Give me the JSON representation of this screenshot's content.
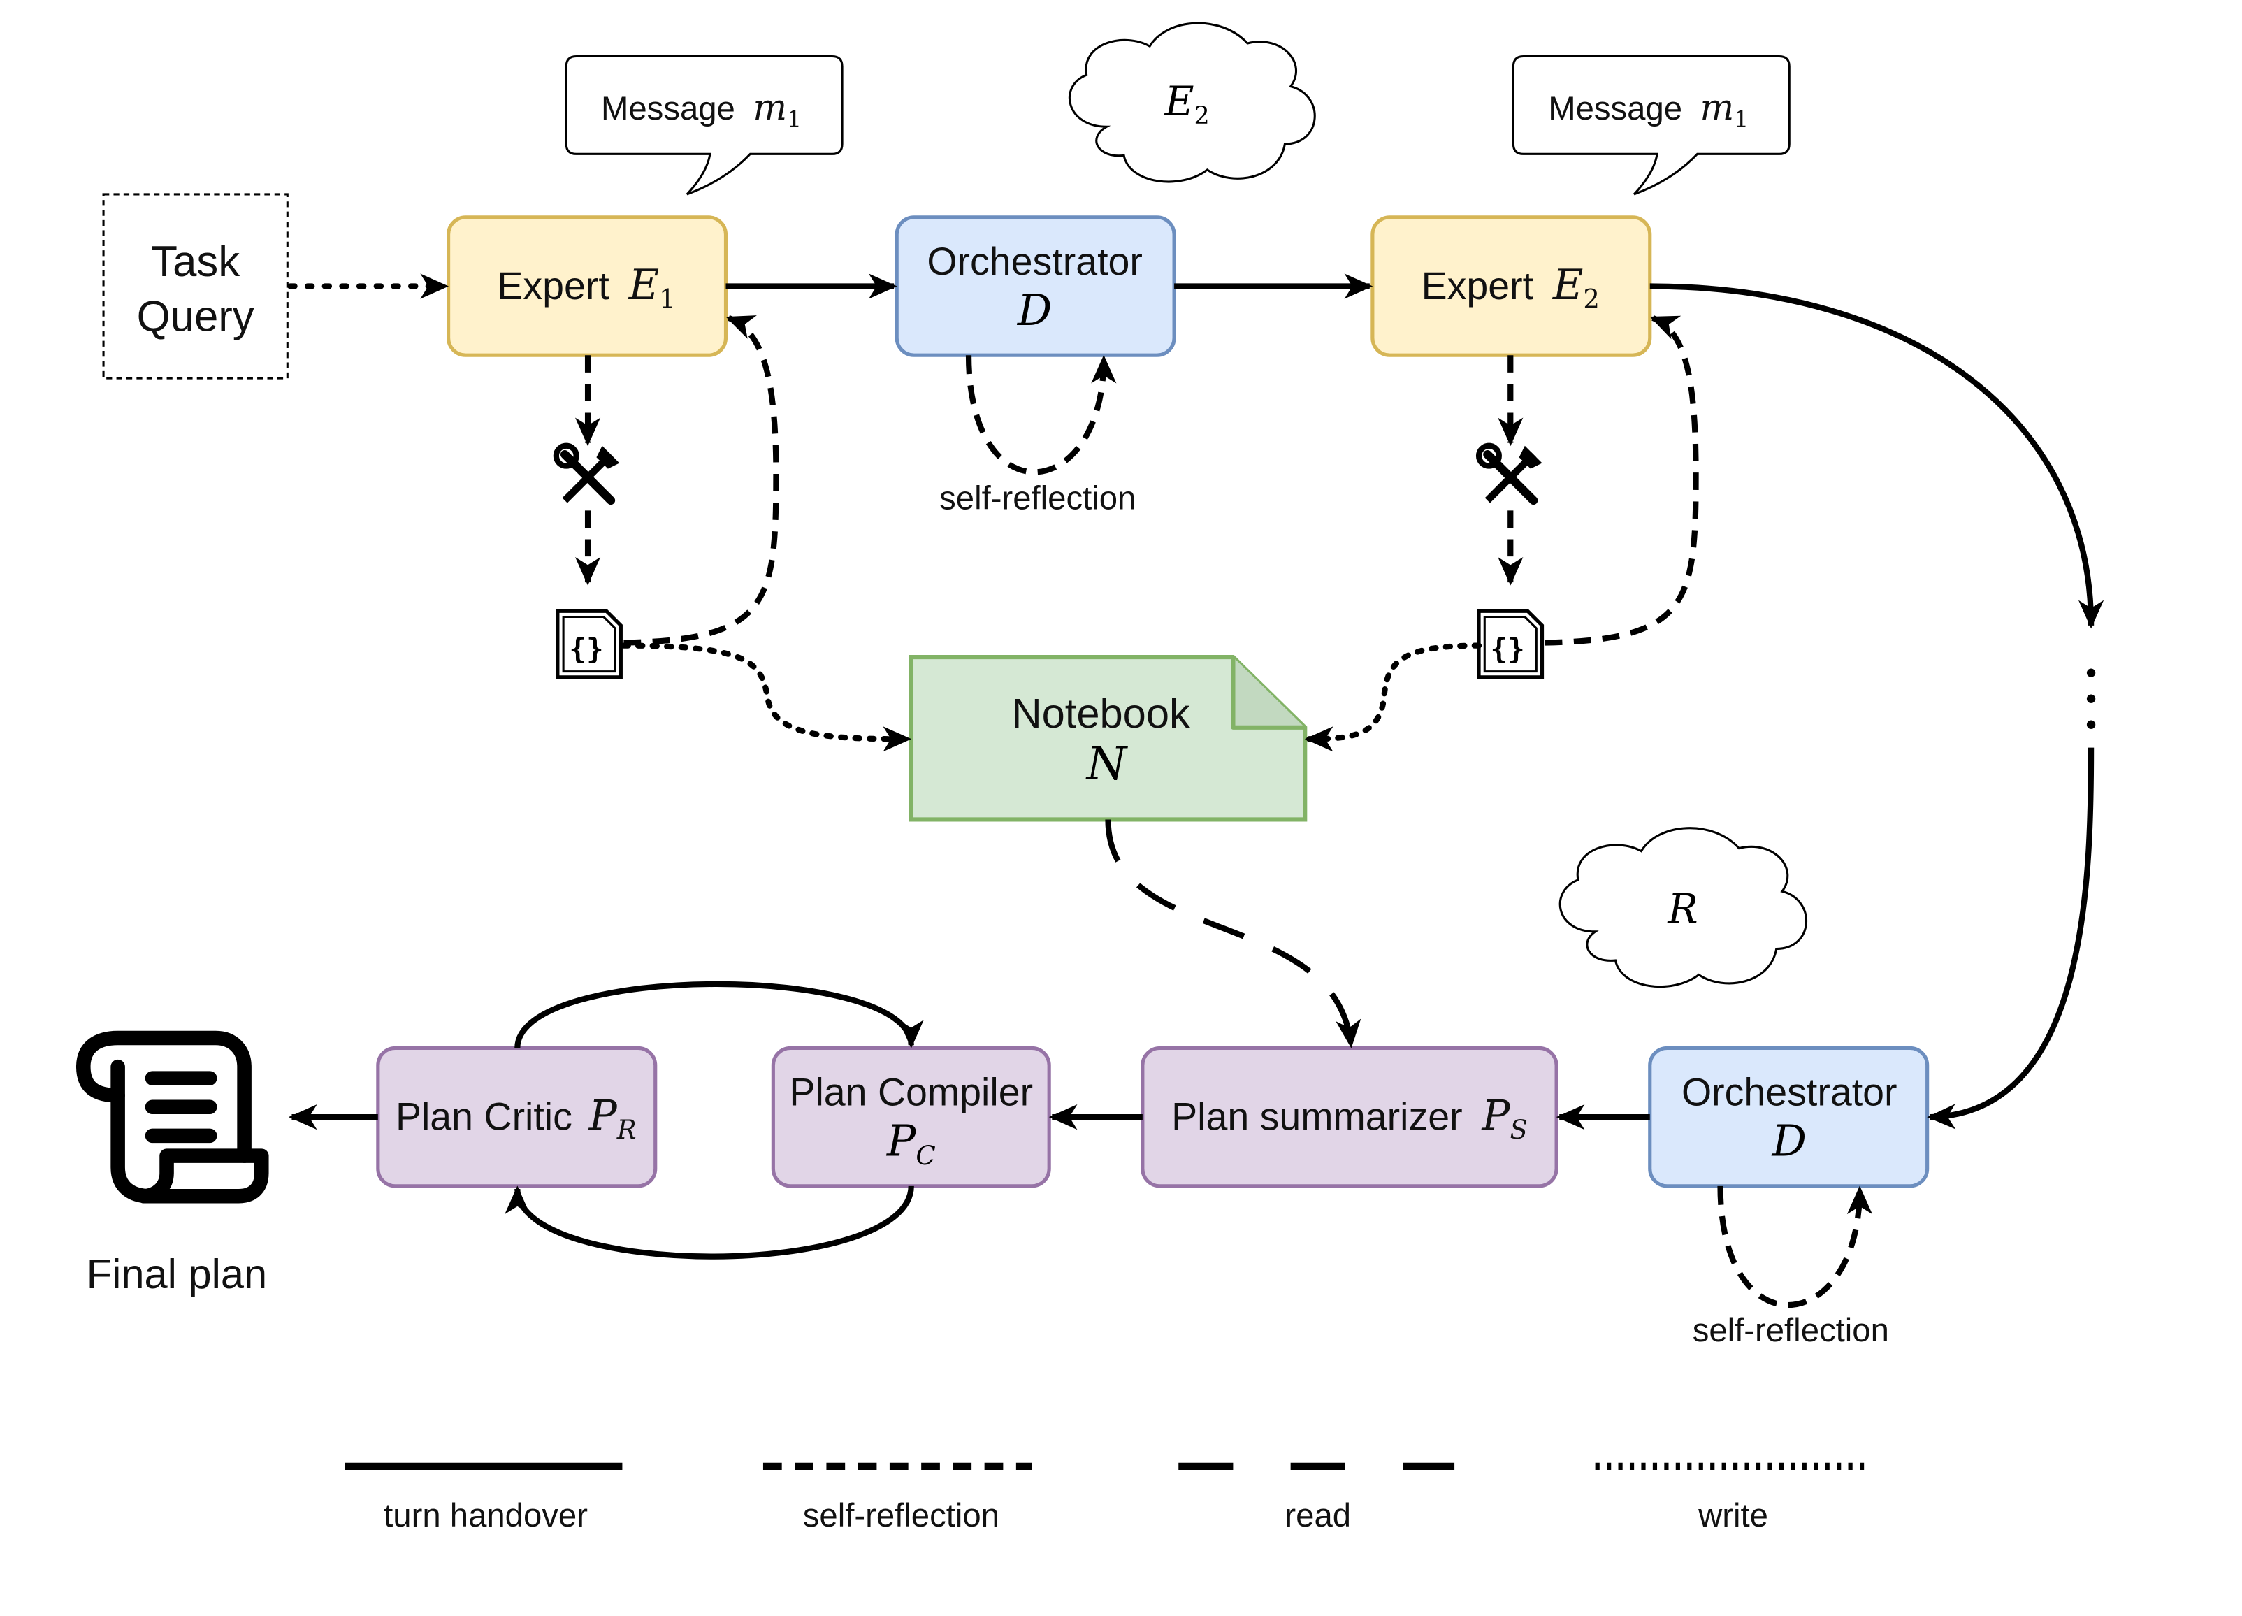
{
  "colors": {
    "expert_fill": "#fff2cc",
    "expert_stroke": "#d6b656",
    "orch_fill": "#dae8fc",
    "orch_stroke": "#6c8ebf",
    "notebook_fill": "#d5e8d4",
    "notebook_stroke": "#82b366",
    "plan_fill": "#e1d5e7",
    "plan_stroke": "#9673a6",
    "line": "#000000"
  },
  "task_query": {
    "line1": "Task",
    "line2": "Query"
  },
  "messages": [
    {
      "prefix": "Message",
      "var": "m",
      "sub": "1"
    },
    {
      "prefix": "Message",
      "var": "m",
      "sub": "1"
    }
  ],
  "clouds": [
    {
      "var": "E",
      "sub": "2"
    },
    {
      "var": "R",
      "sub": ""
    }
  ],
  "expert1": {
    "prefix": "Expert",
    "var": "E",
    "sub": "1"
  },
  "expert2": {
    "prefix": "Expert",
    "var": "E",
    "sub": "2"
  },
  "orchestrator_top": {
    "title": "Orchestrator",
    "var": "D"
  },
  "orchestrator_bottom": {
    "title": "Orchestrator",
    "var": "D"
  },
  "self_reflection_labels": [
    "self-reflection",
    "self-reflection"
  ],
  "notebook": {
    "title": "Notebook",
    "var": "N"
  },
  "plan_summarizer": {
    "prefix": "Plan summarizer",
    "var": "P",
    "sub": "S"
  },
  "plan_compiler": {
    "title": "Plan Compiler",
    "var": "P",
    "sub": "C"
  },
  "plan_critic": {
    "prefix": "Plan Critic",
    "var": "P",
    "sub": "R"
  },
  "final_plan": {
    "label": "Final plan"
  },
  "continuation": "⋮",
  "icons": [
    "tools-icon",
    "json-file-icon",
    "scroll-icon",
    "cloud-icon",
    "speech-bubble-icon"
  ],
  "legend": [
    {
      "label": "turn handover",
      "style": "solid"
    },
    {
      "label": "self-reflection",
      "style": "short-dash"
    },
    {
      "label": "read",
      "style": "long-dash"
    },
    {
      "label": "write",
      "style": "dotted"
    }
  ]
}
